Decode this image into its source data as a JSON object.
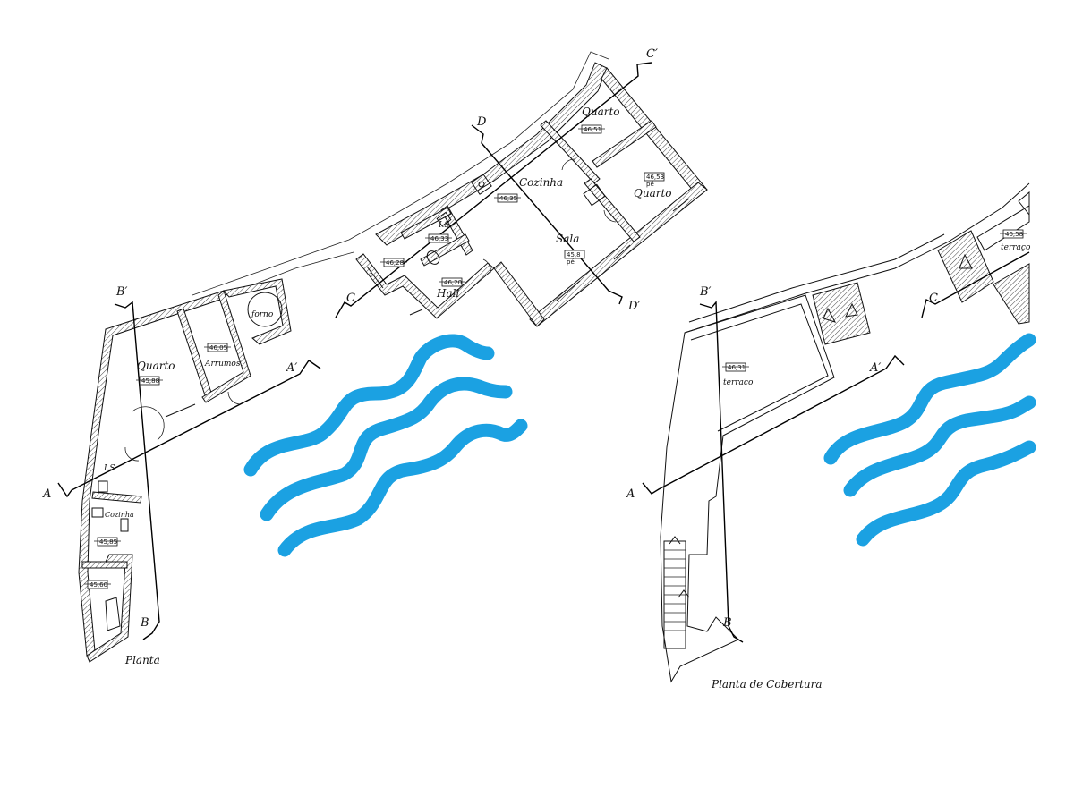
{
  "captions": {
    "plan": "Planta",
    "roof_plan": "Planta de Cobertura"
  },
  "rooms": {
    "quarto_top": "Quarto",
    "quarto_right": "Quarto",
    "cozinha": "Cozinha",
    "sala": "Sala",
    "is_top": "I.S",
    "hall": "Hall",
    "forno": "forno",
    "quarto_left": "Quarto",
    "arrumos": "Arrumos",
    "is_left": "I.S",
    "cozinha_small": "Cozinha",
    "terraco_left": "terraço",
    "terraco_right": "terraço"
  },
  "elevations": {
    "quarto_top": "46,51",
    "quarto_right": "46,53",
    "quarto_right_note": "pé",
    "cozinha": "46,35",
    "sala": "45,8",
    "sala_note": "pé",
    "is_top": "46,33",
    "entry": "46,28",
    "hall": "46,20",
    "arrumos": "46,05",
    "quarto_left": "45,88",
    "cozinha_small": "45,85",
    "bottom_left": "45,60",
    "terraco_left": "46,31",
    "terraco_right": "46,58"
  },
  "section_labels": {
    "a": "A",
    "a_prime": "A′",
    "b": "B",
    "b_prime": "B′",
    "c": "C",
    "c_prime": "C′",
    "d": "D",
    "d_prime": "D′"
  },
  "colors": {
    "river": "#1ba1e2",
    "lines": "#111111"
  }
}
